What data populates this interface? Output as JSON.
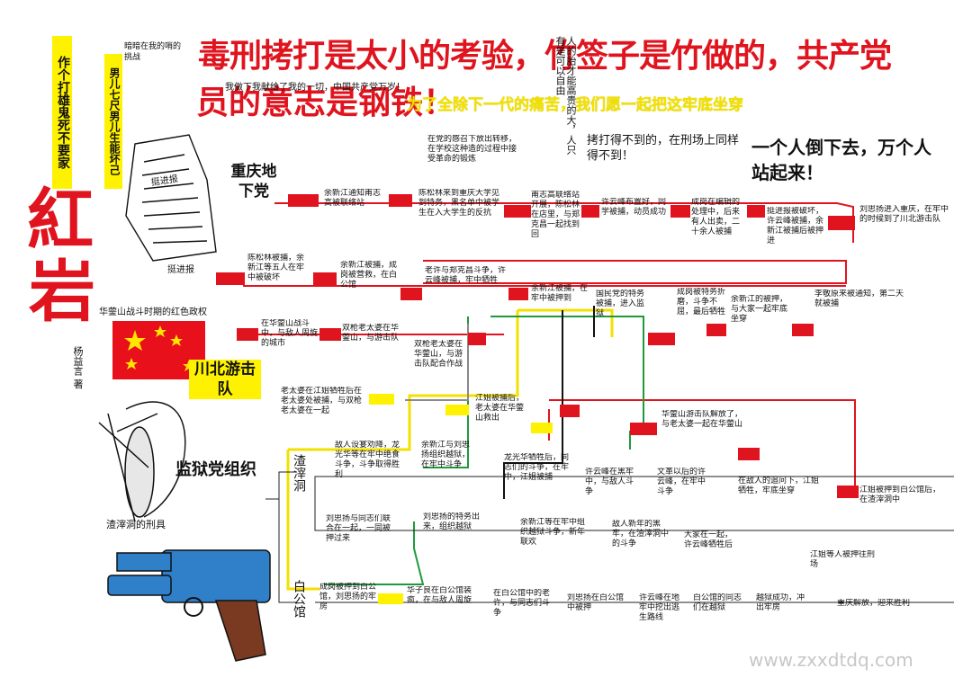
{
  "title": {
    "line1": "毒刑拷打是太小的考验，竹签子是竹做的，共产党",
    "line2": "员的意志是钢铁！"
  },
  "yellow_quote": "为了全除下一代的痛苦，我们愿一起把这牢底坐穿",
  "top_small_quote": "我做下我献给了我的一切，中国共产党万岁！",
  "vertical_quote_1": "作个打雄鬼死不要家",
  "vertical_quote_2": "男儿七尺男儿生能坏己",
  "vertical_quote_3": "人的胎才能高贵的大，人只有是可以自由",
  "note_xuan": "暗暗在我的哨的挑战",
  "right_quote_1": "拷打得不到的，在刑场上同样得不到！",
  "right_quote_2": "一个人倒下去，万个人站起来！",
  "book": {
    "title_char1": "紅",
    "title_char2": "岩",
    "author": "杨益言 著",
    "newspaper_label": "挺进报",
    "newspaper_caption": "挺进报"
  },
  "branches": {
    "chongqing": "重庆地下党",
    "chuanbei": "川北游击队",
    "prison_title": "监狱党组织",
    "zhazidong": "渣滓洞",
    "baigongguan": "白公馆"
  },
  "captions": {
    "flag_caption": "华蓥山战斗时期的红色政权",
    "tools_caption": "渣滓洞的刑具"
  },
  "nodes": {
    "row1": [
      "在党的感召下放出转移，在学校这种造的过程中接受革命的锻炼",
      "余新江通知甫志高被联络站",
      "陈松林来到重庆大学见到特务，黑名单中被学生在入大学生的反抗",
      "甫志高联络站开展，陈松林在店里，与郑克昌一起找到回",
      "许云峰布置好，同学被捕，动员成功",
      "成岗在编辑的处理中，后来有人出卖，二十余人被捕",
      "挺进报被破坏，许云峰被捕，余新江被捕后被押进",
      "刘思扬进入重庆，在牢中的时候到了川北游击队"
    ],
    "row2": [
      "陈松林被捕，余新江等五人在牢中被破坏",
      "余新江被捕，成岗被营救，在白公馆",
      "老许与郑克昌斗争，许云峰被捕，牢中牺牲",
      "余新江被捕，在牢中被押到",
      "国民党的特务被捕，进入监狱",
      "成岗被特务折磨，斗争不屈，最后牺牲",
      "余新江的被押，与大家一起牢底坐穿",
      "李敬原来被通知，第二天就被捕"
    ],
    "row3": [
      "在华蓥山战斗中，与敌人周旋的城市",
      "双枪老太婆在华蓥山，与游击队",
      "双枪老太婆在华蓥山，与游击队配合作战",
      "老太婆在江姐牺牲后在老太婆处被捕，与双枪老太婆在一起",
      "江姐被捕后，老太婆在华蓥山救出",
      "华蓥山游击队解放了，与老太婆一起在华蓥山"
    ],
    "row4": [
      "敌人设宴劝降，龙光华等在牢中绝食斗争，斗争取得胜利",
      "余新江与刘思扬组织越狱，在牢中斗争",
      "龙光华牺牲后，同志们的斗争，在牢中，江姐被捕",
      "许云峰在黑牢中，与敌人斗争",
      "文革以后的许云峰，在牢中斗争",
      "在敌人的追问下，江姐牺牲，牢底坐穿",
      "江姐被押到白公馆后，在渣滓洞中"
    ],
    "row5": [
      "刘思扬与同志们联合在一起，一同被押过来",
      "刘思扬的特务出来，组织越狱",
      "余新江等在牢中组织越狱斗争，新年联欢",
      "敌人新年的黑牢，在渣滓洞中的斗争",
      "大家在一起，许云峰牺牲后",
      "江姐等人被押往刑场"
    ],
    "row6": [
      "成岗被押到白公馆，刘思扬的牢房",
      "华子良在白公馆装疯，在与敌人周旋",
      "在白公馆中的老许，与同志们斗争",
      "刘思扬在白公馆中被押",
      "许云峰在地牢中挖出逃生路线",
      "白公馆的同志们在越狱",
      "越狱成功，冲出牢房",
      "重庆解放，迎来胜利"
    ]
  },
  "watermark": "www.zxxdtdq.com",
  "colors": {
    "red": "#e0141e",
    "yellow": "#fff200",
    "green": "#1e9a3c",
    "black": "#111111",
    "gray": "#8a8a8a",
    "flag_red": "#e8101a",
    "flag_star": "#ffe600",
    "gun_blue": "#2f7fc9",
    "gun_brown": "#7a3a22"
  }
}
